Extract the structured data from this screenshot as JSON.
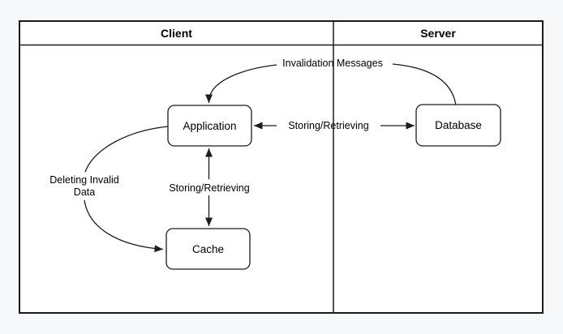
{
  "colors": {
    "page_bg": "#f7f8fa",
    "canvas_fill": "#ffffff",
    "line": "#1c1c1c",
    "text": "#000000"
  },
  "diagram": {
    "type": "flowchart",
    "columns": [
      {
        "label": "Client"
      },
      {
        "label": "Server"
      }
    ],
    "nodes": [
      {
        "id": "application",
        "label": "Application",
        "column": "Client"
      },
      {
        "id": "database",
        "label": "Database",
        "column": "Server"
      },
      {
        "id": "cache",
        "label": "Cache",
        "column": "Client"
      }
    ],
    "edges": [
      {
        "label": "Invalidation Messages",
        "from": "Database",
        "to": "Application",
        "direction": "one-way"
      },
      {
        "label": "Storing/Retrieving",
        "from": "Application",
        "to": "Database",
        "direction": "two-way"
      },
      {
        "label": "Storing/Retrieving",
        "from": "Application",
        "to": "Cache",
        "direction": "two-way"
      },
      {
        "label": "Deleting Invalid Data",
        "from": "Application",
        "to": "Cache",
        "direction": "one-way"
      }
    ]
  }
}
